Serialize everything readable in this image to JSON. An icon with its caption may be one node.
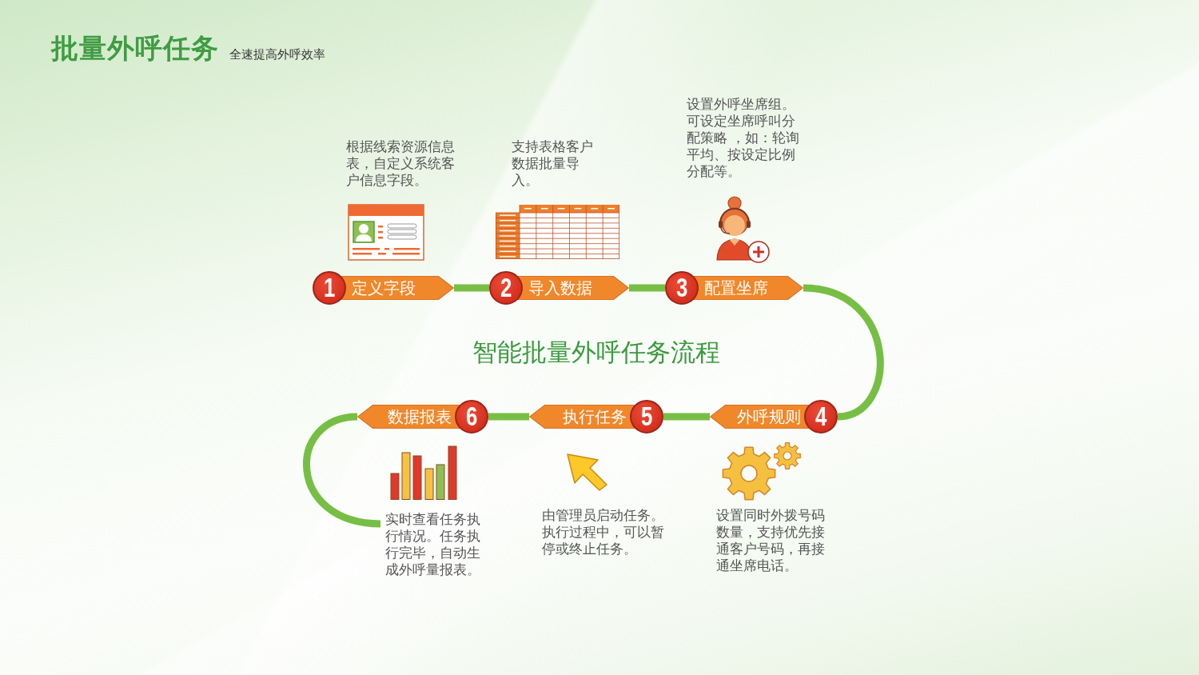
{
  "diagram": {
    "title": "批量外呼任务",
    "nodes": [
      {
        "text": [
          "1"
        ]
      },
      {
        "text": [
          "定义字段"
        ]
      },
      {
        "text": [
          "2"
        ]
      },
      {
        "text": [
          "导入数据"
        ]
      },
      {
        "text": [
          "3"
        ]
      },
      {
        "text": [
          "配置坐席"
        ]
      },
      {
        "text": [
          "4"
        ]
      },
      {
        "text": [
          "外呼规则"
        ]
      },
      {
        "text": [
          "5"
        ]
      },
      {
        "text": [
          "执行任务"
        ]
      },
      {
        "text": [
          "6"
        ]
      },
      {
        "text": [
          "数据报表"
        ]
      },
      {
        "text": [
          "实时查看任务执行情况。任务执行完毕，自动生成外呼量报表。"
        ]
      }
    ],
    "edges": [
      {
        "from": 1,
        "to": 2,
        "arrow": "none"
      },
      {
        "from": 3,
        "to": 4,
        "arrow": "none"
      },
      {
        "from": 5,
        "to": 6,
        "arrow": "none"
      },
      {
        "from": 7,
        "to": 8,
        "arrow": "none"
      },
      {
        "from": 9,
        "to": 10,
        "arrow": "none"
      },
      {
        "from": 11,
        "to": 12,
        "arrow": "none"
      }
    ],
    "labels": [
      "全速提高外呼效率",
      "根据线索资源信息表，自定义系统客户信息字段。",
      "支持表格客户数据批量导入。",
      "设置外呼坐席组。可设定坐席呼叫分配策略 ，如：轮询平均、按设定比例分配等。",
      "智能批量外呼任务流程",
      "由管理员启动任务。执行过程中，可以暂停或终止任务。",
      "设置同时外拨号码数量，支持优先接通客户号码，再接通坐席电话。"
    ]
  }
}
